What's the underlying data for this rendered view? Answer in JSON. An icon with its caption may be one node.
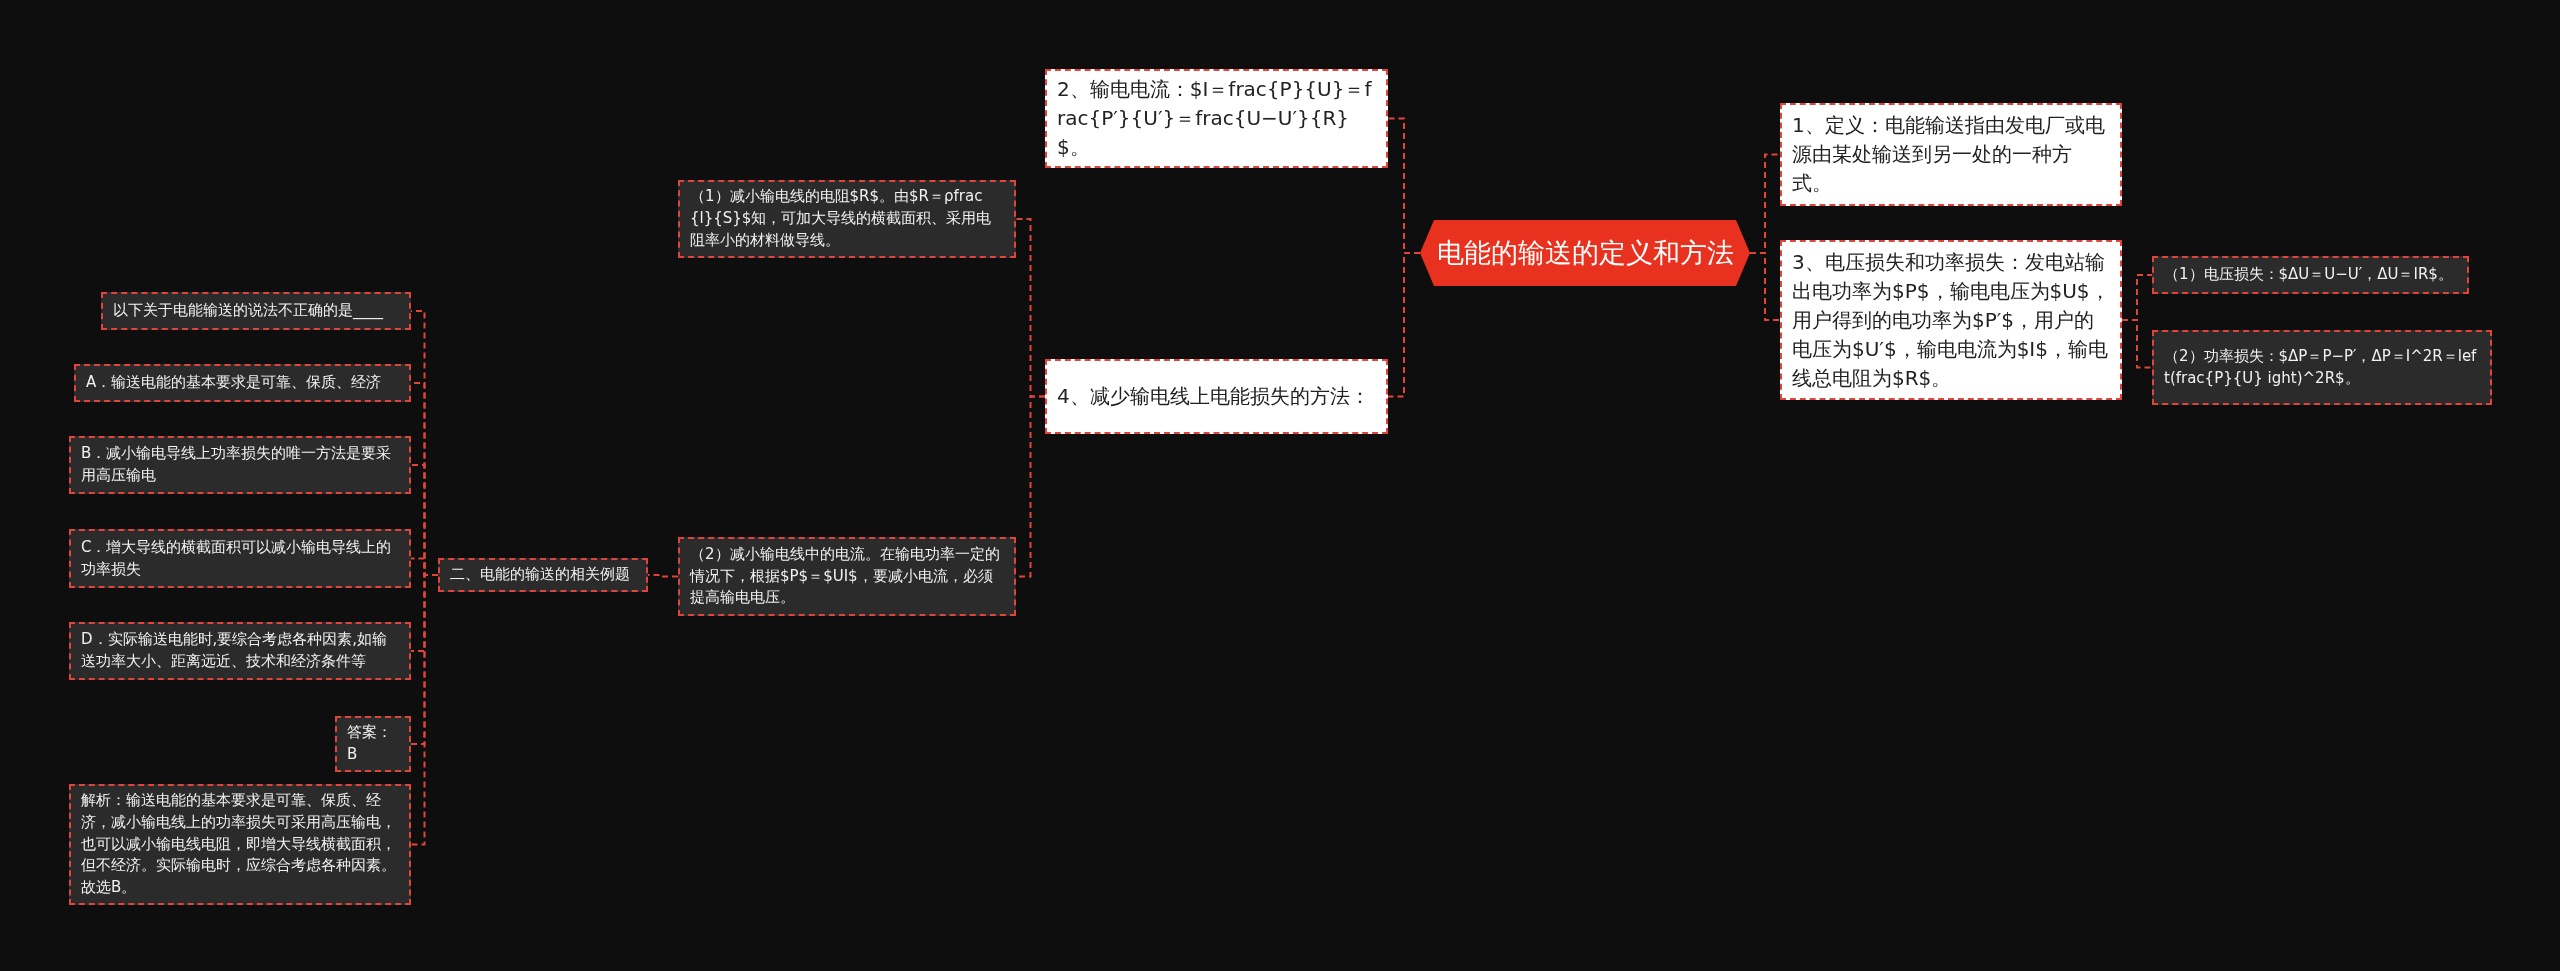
{
  "diagram": {
    "nodes": [
      {
        "text": [
          "电能的输送的定义和方法"
        ]
      },
      {
        "text": [
          "2、输电电流：$I＝frac{P}{U}＝frac{P′}{U′}＝frac{U−U′}{R}$。"
        ]
      },
      {
        "text": [
          "1、定义：电能输送指由发电厂或电源由某处输送到另一处的一种方式。"
        ]
      },
      {
        "text": [
          "3、电压损失和功率损失：发电站输出电功率为$P$，输电电压为$U$，用户得到的电功率为$P′$，用户的电压为$U′$，输电电流为$I$，输电线总电阻为$R$。"
        ]
      },
      {
        "text": [
          "（1）电压损失：$ΔU＝U−U′，ΔU＝IR$。"
        ]
      },
      {
        "text": [
          "（2）功率损失：$ΔP＝P−P′，ΔP＝I^2R＝left(frac{P}{U} ight)^2R$。"
        ]
      },
      {
        "text": [
          "4、减少输电线上电能损失的方法："
        ]
      },
      {
        "text": [
          "（1）减小输电线的电阻$R$。由$R＝ρfrac{l}{S}$知，可加大导线的横截面积、采用电阻率小的材料做导线。"
        ]
      },
      {
        "text": [
          "（2）减小输电线中的电流。在输电功率一定的情况下，根据$P$＝$UI$，要减小电流，必须提高输电电压。"
        ]
      },
      {
        "text": [
          "二、电能的输送的相关例题"
        ]
      },
      {
        "text": [
          "以下关于电能输送的说法不正确的是____"
        ]
      },
      {
        "text": [
          "A．输送电能的基本要求是可靠、保质、经济"
        ]
      },
      {
        "text": [
          "B．减小输电导线上功率损失的唯一方法是要采用高压输电"
        ]
      },
      {
        "text": [
          "C．增大导线的横截面积可以减小输电导线上的功率损失"
        ]
      },
      {
        "text": [
          "D．实际输送电能时,要综合考虑各种因素,如输送功率大小、距离远近、技术和经济条件等"
        ]
      },
      {
        "text": [
          "答案：B"
        ]
      },
      {
        "text": [
          "解析：输送电能的基本要求是可靠、保质、经济，减小输电线上的功率损失可采用高压输电，也可以减小输电线电阻，即增大导线横截面积，但不经济。实际输电时，应综合考虑各种因素。故选B。"
        ]
      }
    ],
    "edges": [
      {
        "from": 0,
        "to": 1,
        "arrow": "none"
      },
      {
        "from": 0,
        "to": 6,
        "arrow": "none"
      },
      {
        "from": 0,
        "to": 2,
        "arrow": "none"
      },
      {
        "from": 0,
        "to": 3,
        "arrow": "none"
      },
      {
        "from": 3,
        "to": 4,
        "arrow": "none"
      },
      {
        "from": 3,
        "to": 5,
        "arrow": "none"
      },
      {
        "from": 6,
        "to": 7,
        "arrow": "none"
      },
      {
        "from": 6,
        "to": 8,
        "arrow": "none"
      },
      {
        "from": 8,
        "to": 9,
        "arrow": "none"
      },
      {
        "from": 9,
        "to": 10,
        "arrow": "none"
      },
      {
        "from": 9,
        "to": 11,
        "arrow": "none"
      },
      {
        "from": 9,
        "to": 12,
        "arrow": "none"
      },
      {
        "from": 9,
        "to": 13,
        "arrow": "none"
      },
      {
        "from": 9,
        "to": 14,
        "arrow": "none"
      },
      {
        "from": 9,
        "to": 15,
        "arrow": "none"
      },
      {
        "from": 9,
        "to": 16,
        "arrow": "none"
      }
    ]
  }
}
